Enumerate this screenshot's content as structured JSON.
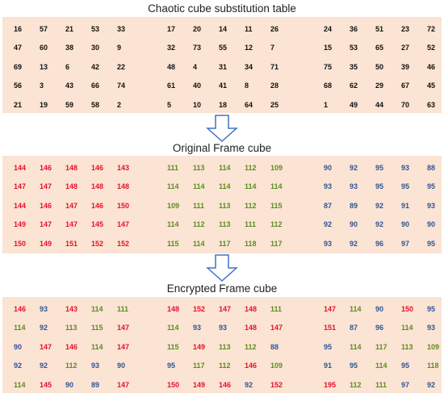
{
  "colors": {
    "black": "#111111",
    "red": "#e8112d",
    "green": "#5e8c22",
    "blue": "#2f5597",
    "panel": "#fbe4d3",
    "arrow": "#4472c4"
  },
  "sections": [
    {
      "title": "Chaotic cube substitution table",
      "blocks": [
        [
          [
            {
              "v": "16",
              "c": "k"
            },
            {
              "v": "57",
              "c": "k"
            },
            {
              "v": "21",
              "c": "k"
            },
            {
              "v": "53",
              "c": "k"
            },
            {
              "v": "33",
              "c": "k"
            }
          ],
          [
            {
              "v": "47",
              "c": "k"
            },
            {
              "v": "60",
              "c": "k"
            },
            {
              "v": "38",
              "c": "k"
            },
            {
              "v": "30",
              "c": "k"
            },
            {
              "v": "9",
              "c": "k"
            }
          ],
          [
            {
              "v": "69",
              "c": "k"
            },
            {
              "v": "13",
              "c": "k"
            },
            {
              "v": "6",
              "c": "k"
            },
            {
              "v": "42",
              "c": "k"
            },
            {
              "v": "22",
              "c": "k"
            }
          ],
          [
            {
              "v": "56",
              "c": "k"
            },
            {
              "v": "3",
              "c": "k"
            },
            {
              "v": "43",
              "c": "k"
            },
            {
              "v": "66",
              "c": "k"
            },
            {
              "v": "74",
              "c": "k"
            }
          ],
          [
            {
              "v": "21",
              "c": "k"
            },
            {
              "v": "19",
              "c": "k"
            },
            {
              "v": "59",
              "c": "k"
            },
            {
              "v": "58",
              "c": "k"
            },
            {
              "v": "2",
              "c": "k"
            }
          ]
        ],
        [
          [
            {
              "v": "17",
              "c": "k"
            },
            {
              "v": "20",
              "c": "k"
            },
            {
              "v": "14",
              "c": "k"
            },
            {
              "v": "11",
              "c": "k"
            },
            {
              "v": "26",
              "c": "k"
            }
          ],
          [
            {
              "v": "32",
              "c": "k"
            },
            {
              "v": "73",
              "c": "k"
            },
            {
              "v": "55",
              "c": "k"
            },
            {
              "v": "12",
              "c": "k"
            },
            {
              "v": "7",
              "c": "k"
            }
          ],
          [
            {
              "v": "48",
              "c": "k"
            },
            {
              "v": "4",
              "c": "k"
            },
            {
              "v": "31",
              "c": "k"
            },
            {
              "v": "34",
              "c": "k"
            },
            {
              "v": "71",
              "c": "k"
            }
          ],
          [
            {
              "v": "61",
              "c": "k"
            },
            {
              "v": "40",
              "c": "k"
            },
            {
              "v": "41",
              "c": "k"
            },
            {
              "v": "8",
              "c": "k"
            },
            {
              "v": "28",
              "c": "k"
            }
          ],
          [
            {
              "v": "5",
              "c": "k"
            },
            {
              "v": "10",
              "c": "k"
            },
            {
              "v": "18",
              "c": "k"
            },
            {
              "v": "64",
              "c": "k"
            },
            {
              "v": "25",
              "c": "k"
            }
          ]
        ],
        [
          [
            {
              "v": "24",
              "c": "k"
            },
            {
              "v": "36",
              "c": "k"
            },
            {
              "v": "51",
              "c": "k"
            },
            {
              "v": "23",
              "c": "k"
            },
            {
              "v": "72",
              "c": "k"
            }
          ],
          [
            {
              "v": "15",
              "c": "k"
            },
            {
              "v": "53",
              "c": "k"
            },
            {
              "v": "65",
              "c": "k"
            },
            {
              "v": "27",
              "c": "k"
            },
            {
              "v": "52",
              "c": "k"
            }
          ],
          [
            {
              "v": "75",
              "c": "k"
            },
            {
              "v": "35",
              "c": "k"
            },
            {
              "v": "50",
              "c": "k"
            },
            {
              "v": "39",
              "c": "k"
            },
            {
              "v": "46",
              "c": "k"
            }
          ],
          [
            {
              "v": "68",
              "c": "k"
            },
            {
              "v": "62",
              "c": "k"
            },
            {
              "v": "29",
              "c": "k"
            },
            {
              "v": "67",
              "c": "k"
            },
            {
              "v": "45",
              "c": "k"
            }
          ],
          [
            {
              "v": "1",
              "c": "k"
            },
            {
              "v": "49",
              "c": "k"
            },
            {
              "v": "44",
              "c": "k"
            },
            {
              "v": "70",
              "c": "k"
            },
            {
              "v": "63",
              "c": "k"
            }
          ]
        ]
      ]
    },
    {
      "title": "Original Frame cube",
      "blocks": [
        [
          [
            {
              "v": "144",
              "c": "r"
            },
            {
              "v": "146",
              "c": "r"
            },
            {
              "v": "148",
              "c": "r"
            },
            {
              "v": "146",
              "c": "r"
            },
            {
              "v": "143",
              "c": "r"
            }
          ],
          [
            {
              "v": "147",
              "c": "r"
            },
            {
              "v": "147",
              "c": "r"
            },
            {
              "v": "148",
              "c": "r"
            },
            {
              "v": "148",
              "c": "r"
            },
            {
              "v": "148",
              "c": "r"
            }
          ],
          [
            {
              "v": "144",
              "c": "r"
            },
            {
              "v": "146",
              "c": "r"
            },
            {
              "v": "147",
              "c": "r"
            },
            {
              "v": "146",
              "c": "r"
            },
            {
              "v": "150",
              "c": "r"
            }
          ],
          [
            {
              "v": "149",
              "c": "r"
            },
            {
              "v": "147",
              "c": "r"
            },
            {
              "v": "147",
              "c": "r"
            },
            {
              "v": "145",
              "c": "r"
            },
            {
              "v": "147",
              "c": "r"
            }
          ],
          [
            {
              "v": "150",
              "c": "r"
            },
            {
              "v": "149",
              "c": "r"
            },
            {
              "v": "151",
              "c": "r"
            },
            {
              "v": "152",
              "c": "r"
            },
            {
              "v": "152",
              "c": "r"
            }
          ]
        ],
        [
          [
            {
              "v": "111",
              "c": "g"
            },
            {
              "v": "113",
              "c": "g"
            },
            {
              "v": "114",
              "c": "g"
            },
            {
              "v": "112",
              "c": "g"
            },
            {
              "v": "109",
              "c": "g"
            }
          ],
          [
            {
              "v": "114",
              "c": "g"
            },
            {
              "v": "114",
              "c": "g"
            },
            {
              "v": "114",
              "c": "g"
            },
            {
              "v": "114",
              "c": "g"
            },
            {
              "v": "114",
              "c": "g"
            }
          ],
          [
            {
              "v": "109",
              "c": "g"
            },
            {
              "v": "111",
              "c": "g"
            },
            {
              "v": "113",
              "c": "g"
            },
            {
              "v": "112",
              "c": "g"
            },
            {
              "v": "115",
              "c": "g"
            }
          ],
          [
            {
              "v": "114",
              "c": "g"
            },
            {
              "v": "112",
              "c": "g"
            },
            {
              "v": "113",
              "c": "g"
            },
            {
              "v": "111",
              "c": "g"
            },
            {
              "v": "112",
              "c": "g"
            }
          ],
          [
            {
              "v": "115",
              "c": "g"
            },
            {
              "v": "114",
              "c": "g"
            },
            {
              "v": "117",
              "c": "g"
            },
            {
              "v": "118",
              "c": "g"
            },
            {
              "v": "117",
              "c": "g"
            }
          ]
        ],
        [
          [
            {
              "v": "90",
              "c": "b"
            },
            {
              "v": "92",
              "c": "b"
            },
            {
              "v": "95",
              "c": "b"
            },
            {
              "v": "93",
              "c": "b"
            },
            {
              "v": "88",
              "c": "b"
            }
          ],
          [
            {
              "v": "93",
              "c": "b"
            },
            {
              "v": "93",
              "c": "b"
            },
            {
              "v": "95",
              "c": "b"
            },
            {
              "v": "95",
              "c": "b"
            },
            {
              "v": "95",
              "c": "b"
            }
          ],
          [
            {
              "v": "87",
              "c": "b"
            },
            {
              "v": "89",
              "c": "b"
            },
            {
              "v": "92",
              "c": "b"
            },
            {
              "v": "91",
              "c": "b"
            },
            {
              "v": "93",
              "c": "b"
            }
          ],
          [
            {
              "v": "92",
              "c": "b"
            },
            {
              "v": "90",
              "c": "b"
            },
            {
              "v": "92",
              "c": "b"
            },
            {
              "v": "90",
              "c": "b"
            },
            {
              "v": "90",
              "c": "b"
            }
          ],
          [
            {
              "v": "93",
              "c": "b"
            },
            {
              "v": "92",
              "c": "b"
            },
            {
              "v": "96",
              "c": "b"
            },
            {
              "v": "97",
              "c": "b"
            },
            {
              "v": "95",
              "c": "b"
            }
          ]
        ]
      ]
    },
    {
      "title": "Encrypted Frame cube",
      "blocks": [
        [
          [
            {
              "v": "146",
              "c": "r"
            },
            {
              "v": "93",
              "c": "b"
            },
            {
              "v": "143",
              "c": "r"
            },
            {
              "v": "114",
              "c": "g"
            },
            {
              "v": "111",
              "c": "g"
            }
          ],
          [
            {
              "v": "114",
              "c": "g"
            },
            {
              "v": "92",
              "c": "b"
            },
            {
              "v": "113",
              "c": "g"
            },
            {
              "v": "115",
              "c": "g"
            },
            {
              "v": "147",
              "c": "r"
            }
          ],
          [
            {
              "v": "90",
              "c": "b"
            },
            {
              "v": "147",
              "c": "r"
            },
            {
              "v": "146",
              "c": "r"
            },
            {
              "v": "114",
              "c": "g"
            },
            {
              "v": "147",
              "c": "r"
            }
          ],
          [
            {
              "v": "92",
              "c": "b"
            },
            {
              "v": "92",
              "c": "b"
            },
            {
              "v": "112",
              "c": "g"
            },
            {
              "v": "93",
              "c": "b"
            },
            {
              "v": "90",
              "c": "b"
            }
          ],
          [
            {
              "v": "114",
              "c": "g"
            },
            {
              "v": "145",
              "c": "r"
            },
            {
              "v": "90",
              "c": "b"
            },
            {
              "v": "89",
              "c": "b"
            },
            {
              "v": "147",
              "c": "r"
            }
          ]
        ],
        [
          [
            {
              "v": "148",
              "c": "r"
            },
            {
              "v": "152",
              "c": "r"
            },
            {
              "v": "147",
              "c": "r"
            },
            {
              "v": "148",
              "c": "r"
            },
            {
              "v": "111",
              "c": "g"
            }
          ],
          [
            {
              "v": "114",
              "c": "g"
            },
            {
              "v": "93",
              "c": "b"
            },
            {
              "v": "93",
              "c": "b"
            },
            {
              "v": "148",
              "c": "r"
            },
            {
              "v": "147",
              "c": "r"
            }
          ],
          [
            {
              "v": "115",
              "c": "g"
            },
            {
              "v": "149",
              "c": "r"
            },
            {
              "v": "113",
              "c": "g"
            },
            {
              "v": "112",
              "c": "g"
            },
            {
              "v": "88",
              "c": "b"
            }
          ],
          [
            {
              "v": "95",
              "c": "b"
            },
            {
              "v": "117",
              "c": "g"
            },
            {
              "v": "112",
              "c": "g"
            },
            {
              "v": "146",
              "c": "r"
            },
            {
              "v": "109",
              "c": "g"
            }
          ],
          [
            {
              "v": "150",
              "c": "r"
            },
            {
              "v": "149",
              "c": "r"
            },
            {
              "v": "146",
              "c": "r"
            },
            {
              "v": "92",
              "c": "b"
            },
            {
              "v": "152",
              "c": "r"
            }
          ]
        ],
        [
          [
            {
              "v": "147",
              "c": "r"
            },
            {
              "v": "114",
              "c": "g"
            },
            {
              "v": "90",
              "c": "b"
            },
            {
              "v": "150",
              "c": "r"
            },
            {
              "v": "95",
              "c": "b"
            }
          ],
          [
            {
              "v": "151",
              "c": "r"
            },
            {
              "v": "87",
              "c": "b"
            },
            {
              "v": "96",
              "c": "b"
            },
            {
              "v": "114",
              "c": "g"
            },
            {
              "v": "93",
              "c": "b"
            }
          ],
          [
            {
              "v": "95",
              "c": "b"
            },
            {
              "v": "114",
              "c": "g"
            },
            {
              "v": "117",
              "c": "g"
            },
            {
              "v": "113",
              "c": "g"
            },
            {
              "v": "109",
              "c": "g"
            }
          ],
          [
            {
              "v": "91",
              "c": "b"
            },
            {
              "v": "95",
              "c": "b"
            },
            {
              "v": "114",
              "c": "g"
            },
            {
              "v": "95",
              "c": "b"
            },
            {
              "v": "118",
              "c": "g"
            }
          ],
          [
            {
              "v": "195",
              "c": "r"
            },
            {
              "v": "112",
              "c": "g"
            },
            {
              "v": "111",
              "c": "g"
            },
            {
              "v": "97",
              "c": "b"
            },
            {
              "v": "92",
              "c": "b"
            }
          ]
        ]
      ]
    }
  ]
}
